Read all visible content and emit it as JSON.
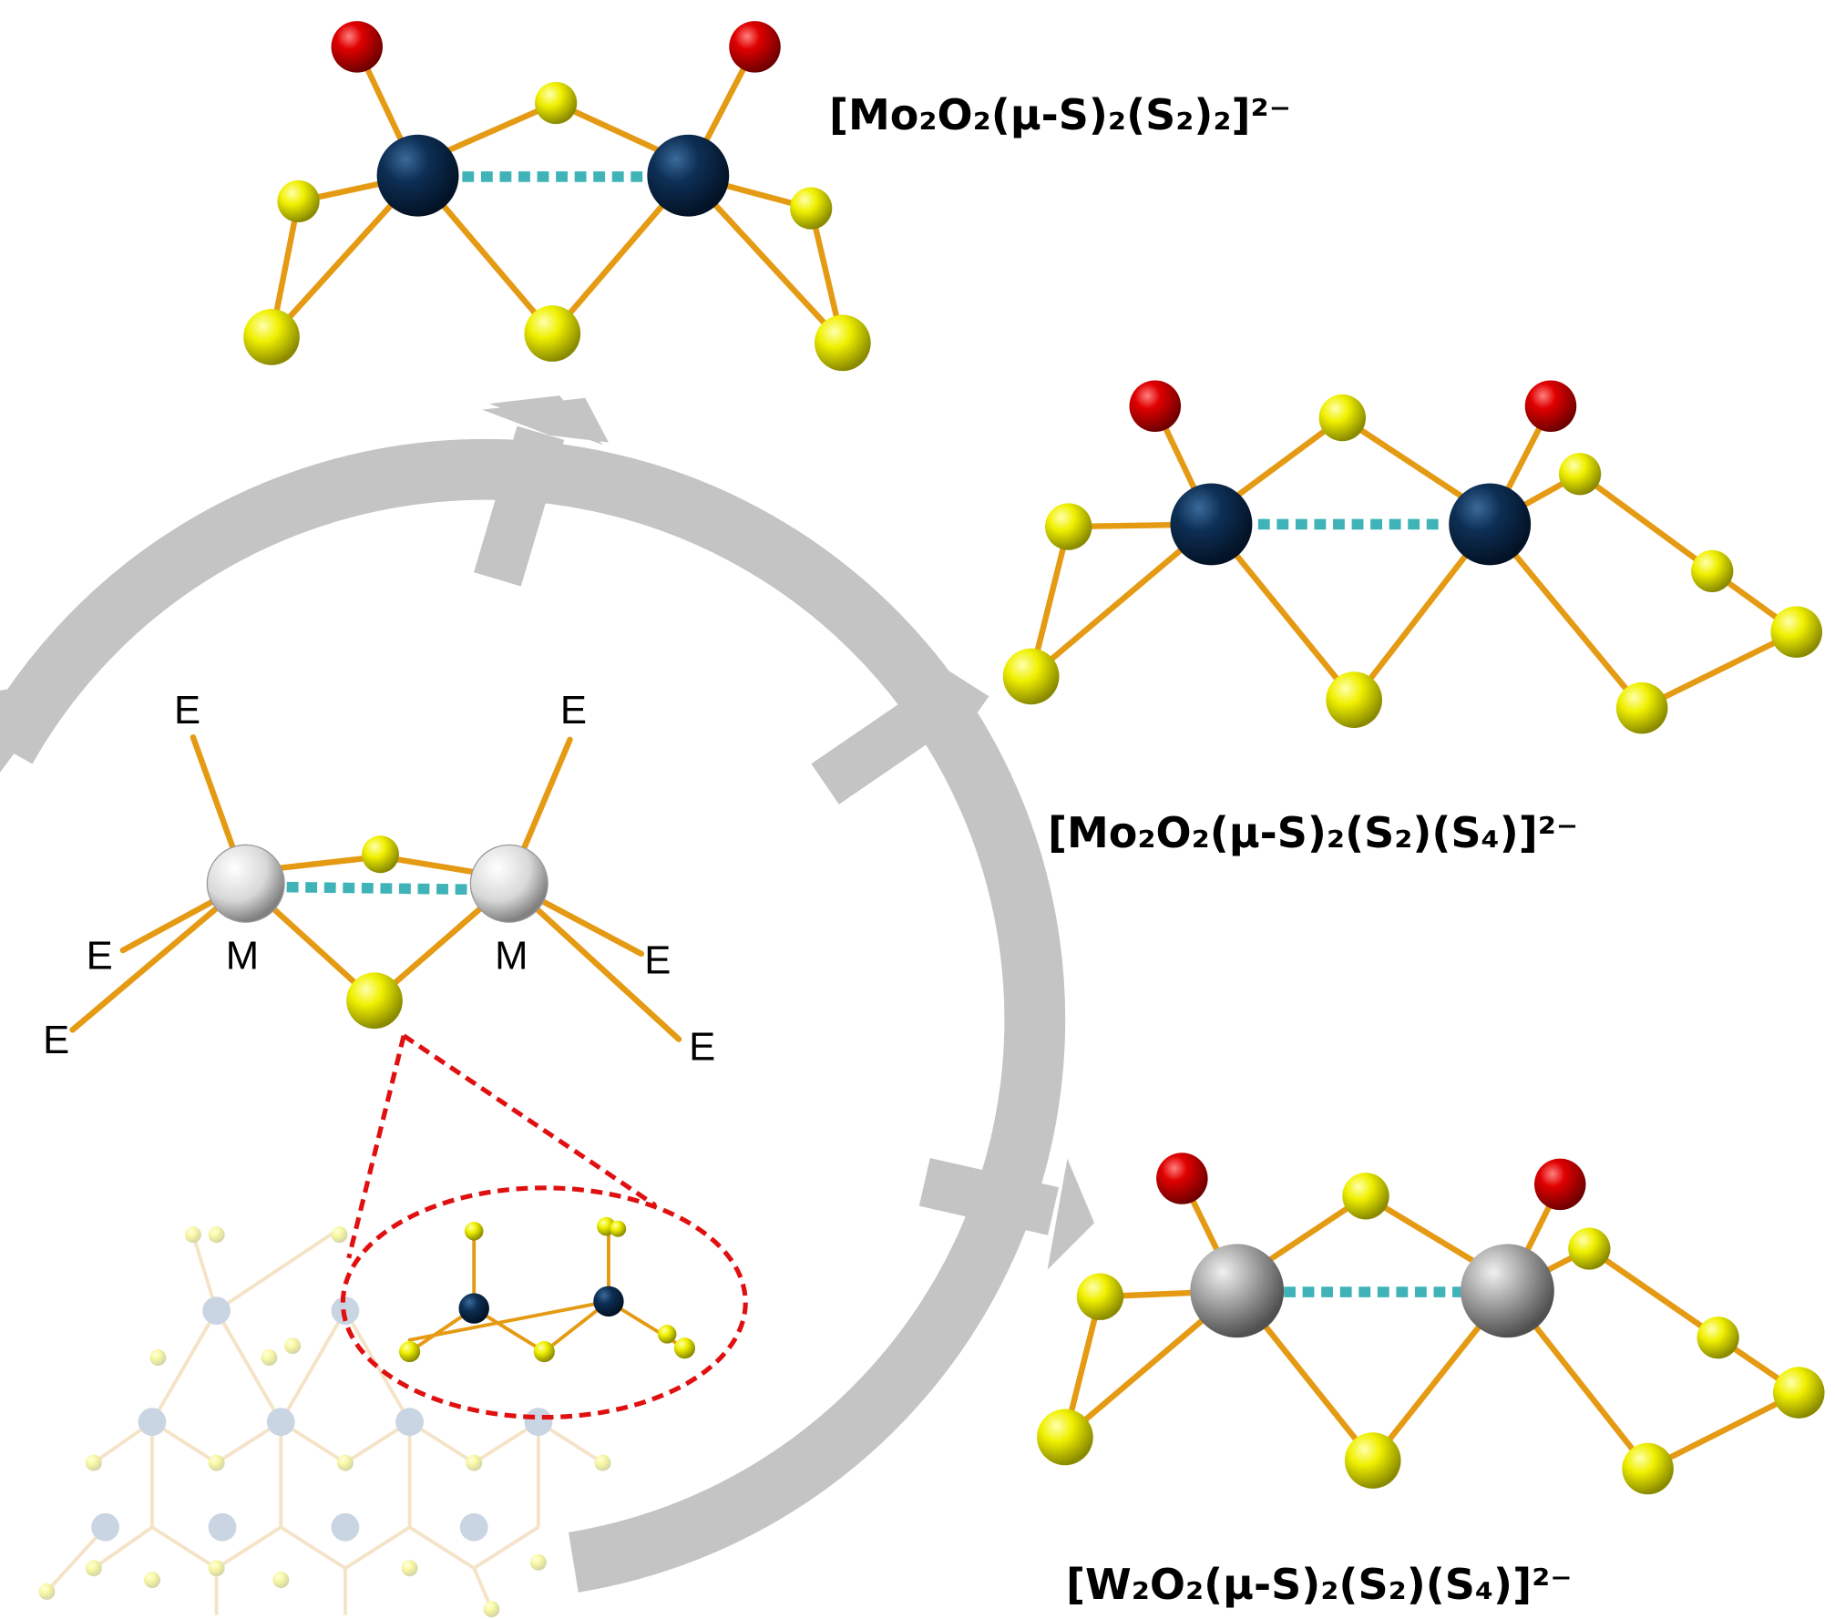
{
  "figure": {
    "formulas": {
      "top": "[Mo₂O₂(μ-S)₂(S₂)₂]²⁻",
      "middle": "[Mo₂O₂(μ-S)₂(S₂)(S₄)]²⁻",
      "bottom": "[W₂O₂(μ-S)₂(S₂)(S₄)]²⁻"
    },
    "core_labels": {
      "metal": "M",
      "ligand": "E"
    },
    "colors": {
      "oxygen": "#d40000",
      "sulfur": "#e8e800",
      "molybdenum": "#0d2f55",
      "tungsten": "#9a9a9a",
      "bond": "#e59a13",
      "metal_metal": "#3fb3b8",
      "arrow": "#c4c4c4",
      "highlight": "#e01010"
    }
  }
}
